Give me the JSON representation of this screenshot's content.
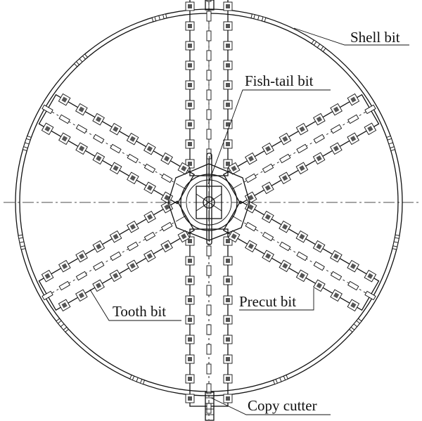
{
  "labels": {
    "shell_bit": "Shell bit",
    "fish_tail_bit": "Fish-tail bit",
    "tooth_bit": "Tooth bit",
    "precut_bit": "Precut bit",
    "copy_cutter": "Copy cutter"
  }
}
